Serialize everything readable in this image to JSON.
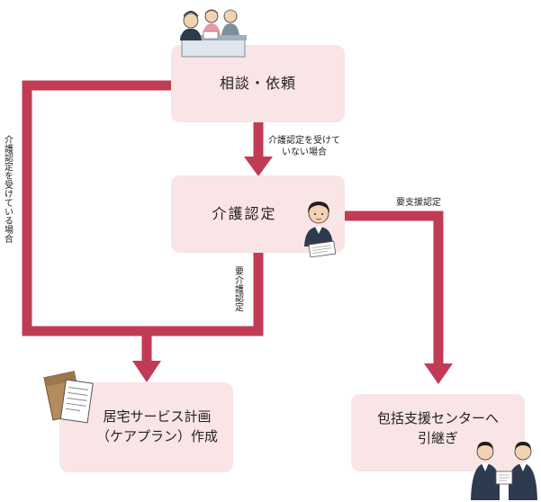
{
  "nodes": {
    "consultation": "相談・依頼",
    "certification": "介護認定",
    "care_plan": "居宅サービス計画\n（ケアプラン）作成",
    "handover": "包括支援センターへ\n引継ぎ"
  },
  "edges": {
    "not_certified": "介護認定を受けて\nいない場合",
    "already_certified": "介護認定を受けている場合",
    "care_required": "要介護認定",
    "support_required": "要支援認定"
  },
  "icons": [
    "consultation-people-icon",
    "caseworker-icon",
    "documents-icon",
    "handshake-people-icon"
  ],
  "colors": {
    "arrow": "#c23b55",
    "box": "#f9e4e6"
  }
}
